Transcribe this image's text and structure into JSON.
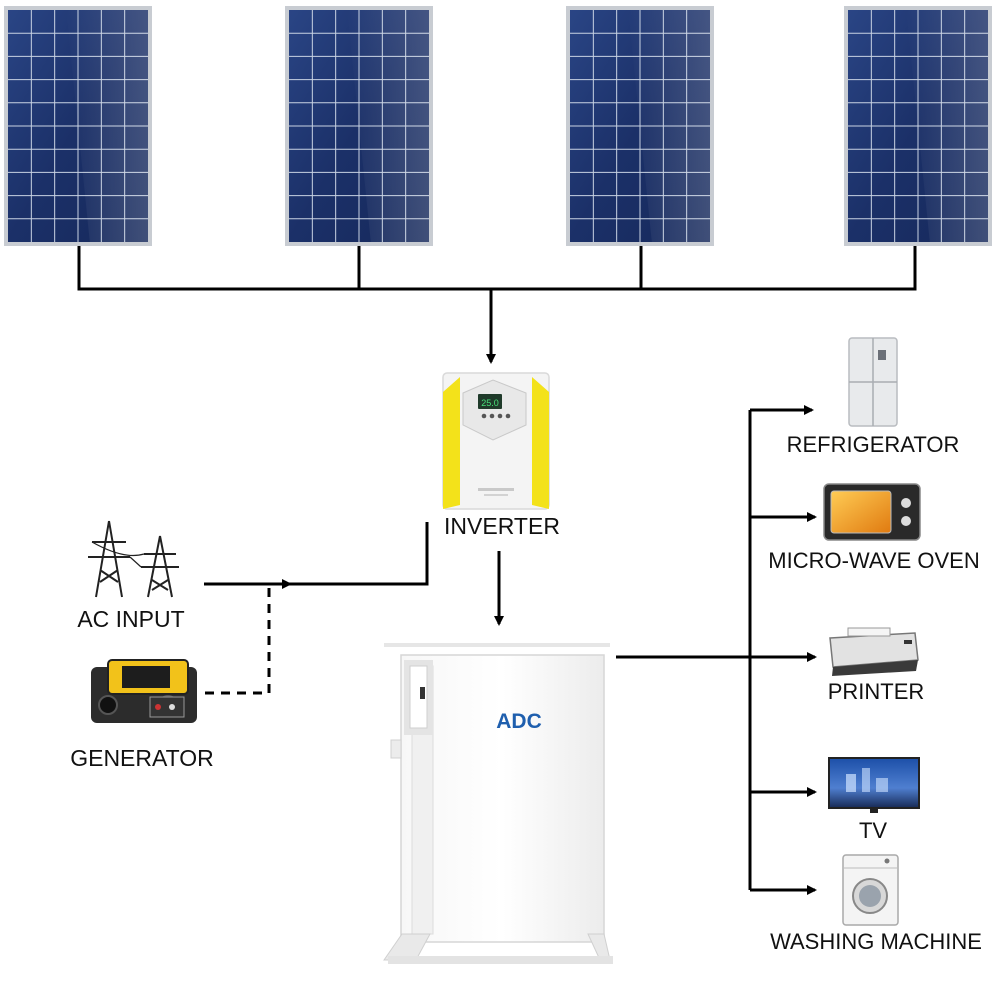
{
  "labels": {
    "inverter": "INVERTER",
    "ac_input": "AC INPUT",
    "generator": "GENERATOR",
    "refrigerator": "REFRIGERATOR",
    "microwave": "MICRO-WAVE OVEN",
    "printer": "PRINTER",
    "tv": "TV",
    "washing_machine": "WASHING MACHINE"
  },
  "battery": {
    "brand": "ADC"
  },
  "inverter_display": "25.0",
  "icons": {
    "solar_panel": "solar-panel-icon",
    "inverter": "inverter-icon",
    "battery": "battery-icon",
    "pylon": "power-pylon-icon",
    "generator": "generator-icon",
    "refrigerator": "refrigerator-icon",
    "microwave": "microwave-icon",
    "printer": "printer-icon",
    "tv": "tv-icon",
    "washing_machine": "washing-machine-icon"
  },
  "colors": {
    "panel_blue": "#1d3470",
    "panel_frame": "#c8ccd2",
    "inverter_yellow": "#f3e21a",
    "brand_blue": "#1f5fae",
    "generator_yellow": "#f2c21a"
  }
}
